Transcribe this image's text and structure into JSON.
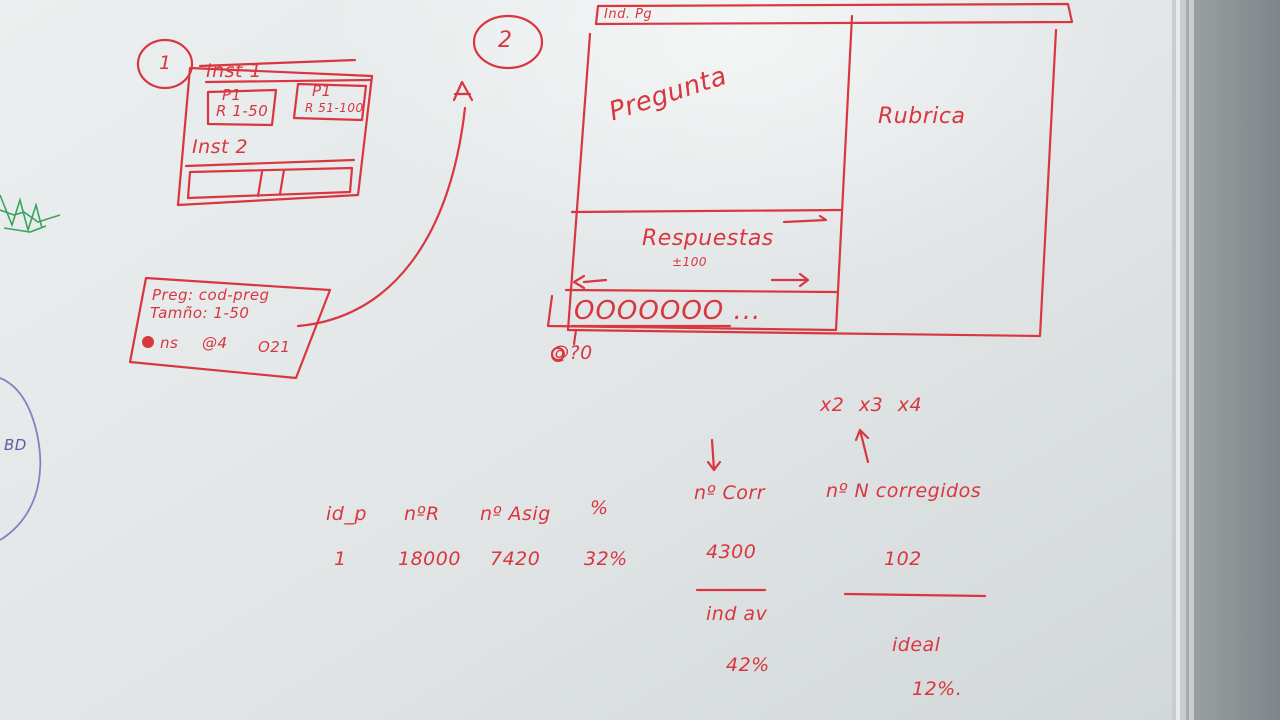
{
  "colors": {
    "marker_red": "#d9363f",
    "marker_green": "#3aa45a",
    "marker_purple": "#6b55a8",
    "board": "#e6e9ea",
    "frame": "#c9cdcf"
  },
  "sketch1": {
    "number": "1",
    "inst1": "Inst 1",
    "p1_left": "P1",
    "range_left": "R 1-50",
    "p1_right": "P1",
    "range_right": "R 51-100",
    "inst2": "Inst 2"
  },
  "pregunta_card": {
    "line1": "Preg: cod-preg",
    "line2": "Tamño: 1-50",
    "icon1_label": "ns",
    "icon2_label": "4",
    "icon3_label": "O21"
  },
  "sketch2": {
    "number": "2",
    "arrow_label": "A",
    "top_label": "Ind. Pg",
    "pregunta": "Pregunta",
    "rubrica": "Rubrica",
    "respuestas": "Respuestas",
    "respuestas_count": "±100",
    "circles": "OOOOOOO ...",
    "below_circles": "@?0"
  },
  "bd_label": "BD",
  "stats": {
    "headers": [
      "id_p",
      "nºR",
      "nº Asig",
      "%"
    ],
    "values": [
      "1",
      "18000",
      "7420",
      "32%"
    ]
  },
  "corr": {
    "label": "nº Corr",
    "value": "4300",
    "footer": "ind av",
    "footer_value": "42%"
  },
  "multipliers": "x2  x3  x4",
  "ncorreg": {
    "label": "nº N corregidos",
    "value": "102",
    "footer": "ideal",
    "footer_value": "12%."
  }
}
